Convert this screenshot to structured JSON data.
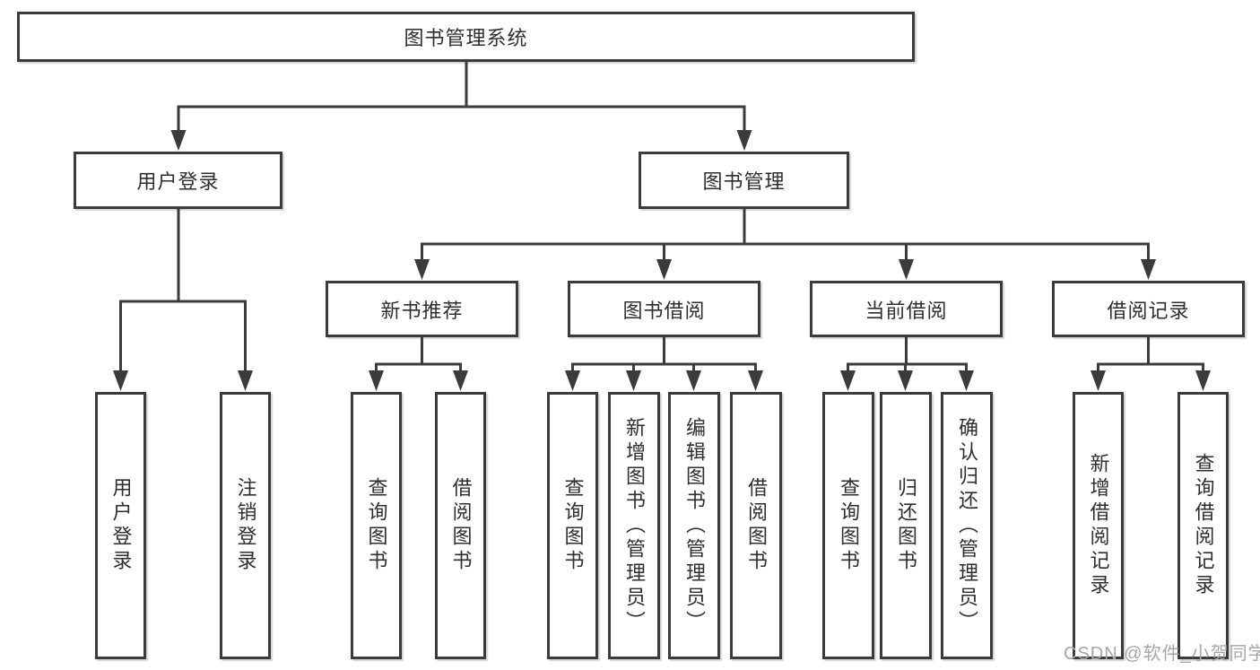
{
  "diagram": {
    "root": "图书管理系统",
    "level2": [
      "用户登录",
      "图书管理"
    ],
    "level3": [
      "新书推荐",
      "图书借阅",
      "当前借阅",
      "借阅记录"
    ],
    "leaves": [
      "用户登录",
      "注销登录",
      "查询图书",
      "借阅图书",
      "查询图书",
      "新增图书（管理员）",
      "编辑图书（管理员）",
      "借阅图书",
      "查询图书",
      "归还图书",
      "确认归还（管理员）",
      "新增借阅记录",
      "查询借阅记录"
    ]
  },
  "watermark": "CSDN @软件_小贺同学",
  "colors": {
    "line": "#3b3b3b",
    "text": "#2e2e2e",
    "watermark_text": "#a6a6a6",
    "background": "#ffffff"
  }
}
